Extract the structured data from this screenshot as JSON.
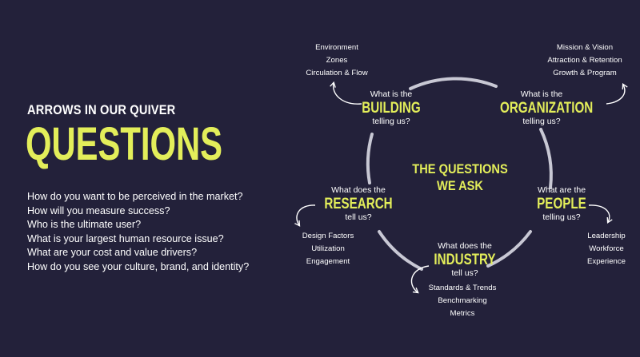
{
  "left": {
    "eyebrow": "ARROWS IN OUR QUIVER",
    "headline": "QUESTIONS",
    "questions": [
      "How do you want to be perceived in the market?",
      "How will you measure success?",
      "Who is the ultimate user?",
      "What is your largest human resource issue?",
      "What are your cost and value drivers?",
      "How do you see your culture, brand, and identity?"
    ]
  },
  "diagram": {
    "center_line1": "THE QUESTIONS",
    "center_line2": "WE ASK",
    "nodes": {
      "building": {
        "above": "What is the",
        "keyword": "BUILDING",
        "below": "telling us?",
        "items": [
          "Environment",
          "Zones",
          "Circulation & Flow"
        ]
      },
      "organization": {
        "above": "What is the",
        "keyword": "ORGANIZATION",
        "below": "telling us?",
        "items": [
          "Mission & Vision",
          "Attraction & Retention",
          "Growth & Program"
        ]
      },
      "research": {
        "above": "What does the",
        "keyword": "RESEARCH",
        "below": "tell us?",
        "items": [
          "Design Factors",
          "Utilization",
          "Engagement"
        ]
      },
      "people": {
        "above": "What are the",
        "keyword": "PEOPLE",
        "below": "telling us?",
        "items": [
          "Leadership",
          "Workforce",
          "Experience"
        ]
      },
      "industry": {
        "above": "What does the",
        "keyword": "INDUSTRY",
        "below": "tell us?",
        "items": [
          "Standards & Trends",
          "Benchmarking",
          "Metrics"
        ]
      }
    }
  },
  "colors": {
    "background": "#23213a",
    "accent": "#e3ee5a",
    "ring": "#c8c8d4"
  }
}
